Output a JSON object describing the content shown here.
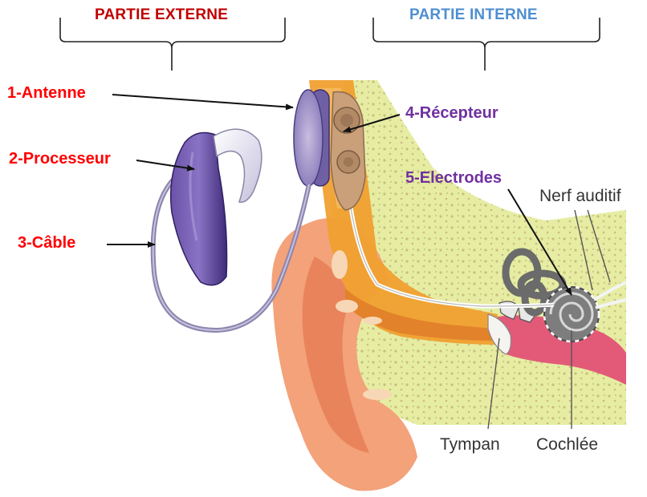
{
  "headers": {
    "external": "PARTIE EXTERNE",
    "internal": "PARTIE INTERNE"
  },
  "labels": {
    "antenna": "1-Antenne",
    "processor": "2-Processeur",
    "cable": "3-Câble",
    "receiver": "4-Récepteur",
    "electrodes": "5-Electrodes"
  },
  "anatomy": {
    "nerve": "Nerf auditif",
    "eardrum": "Tympan",
    "cochlea": "Cochlée"
  },
  "colors": {
    "external_header": "#c00000",
    "internal_header": "#4f8fd0",
    "external_labels": "#ff0000",
    "internal_labels": "#7030a0",
    "anatomy_text": "#333333"
  }
}
